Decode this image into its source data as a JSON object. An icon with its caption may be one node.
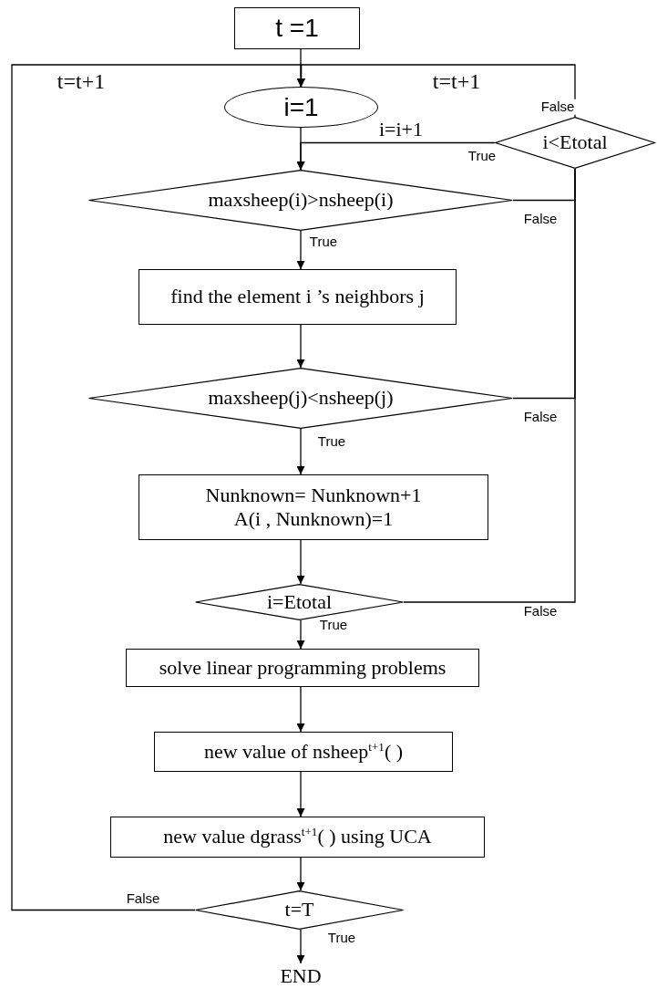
{
  "diagram": {
    "nodes": [
      {
        "text": [
          "t =1"
        ]
      },
      {
        "text": [
          "i=1"
        ]
      },
      {
        "text": [
          "i<Etotal"
        ]
      },
      {
        "text": [
          "maxsheep(i)>nsheep(i)"
        ]
      },
      {
        "text": [
          "find the element i ’s neighbors j"
        ]
      },
      {
        "text": [
          "maxsheep(j)<nsheep(j)"
        ]
      },
      {
        "text": [
          "Nunknown= Nunknown+1 A(i , Nunknown)=1"
        ]
      },
      {
        "text": [
          "i=Etotal"
        ]
      },
      {
        "text": [
          "solve linear programming problems"
        ]
      },
      {
        "text": [
          "new value of nsheep$^{t+1}$( )"
        ]
      },
      {
        "text": [
          "new value dgrass$^{t+1}$( ) using UCA"
        ]
      },
      {
        "text": [
          "t=T"
        ]
      },
      {
        "text": [
          "END"
        ]
      }
    ],
    "edges": [
      {
        "from": 0,
        "to": 1,
        "arrow": "to"
      },
      {
        "from": 1,
        "to": 3,
        "arrow": "to"
      },
      {
        "from": 2,
        "to": 3,
        "arrow": "to",
        "label": "i=i+1"
      },
      {
        "from": 3,
        "to": 4,
        "arrow": "to",
        "label": "True"
      },
      {
        "from": 4,
        "to": 5,
        "arrow": "to"
      },
      {
        "from": 5,
        "to": 6,
        "arrow": "to",
        "label": "True"
      },
      {
        "from": 6,
        "to": 7,
        "arrow": "to"
      },
      {
        "from": 7,
        "to": 8,
        "arrow": "to",
        "label": "True"
      },
      {
        "from": 8,
        "to": 9,
        "arrow": "to"
      },
      {
        "from": 9,
        "to": 10,
        "arrow": "to"
      },
      {
        "from": 10,
        "to": 11,
        "arrow": "to"
      },
      {
        "from": 11,
        "to": 12,
        "arrow": "to",
        "label": "True"
      },
      {
        "from": 11,
        "to": 1,
        "arrow": "to",
        "label": "t=t+1"
      },
      {
        "from": 2,
        "to": 1,
        "arrow": "to",
        "label": "t=t+1"
      },
      {
        "from": 3,
        "to": 2,
        "arrow": "none",
        "label": "False"
      },
      {
        "from": 5,
        "to": 2,
        "arrow": "none",
        "label": "False"
      },
      {
        "from": 7,
        "to": 2,
        "arrow": "none",
        "label": "False"
      }
    ],
    "labels": [
      "False",
      "True",
      "False"
    ]
  }
}
